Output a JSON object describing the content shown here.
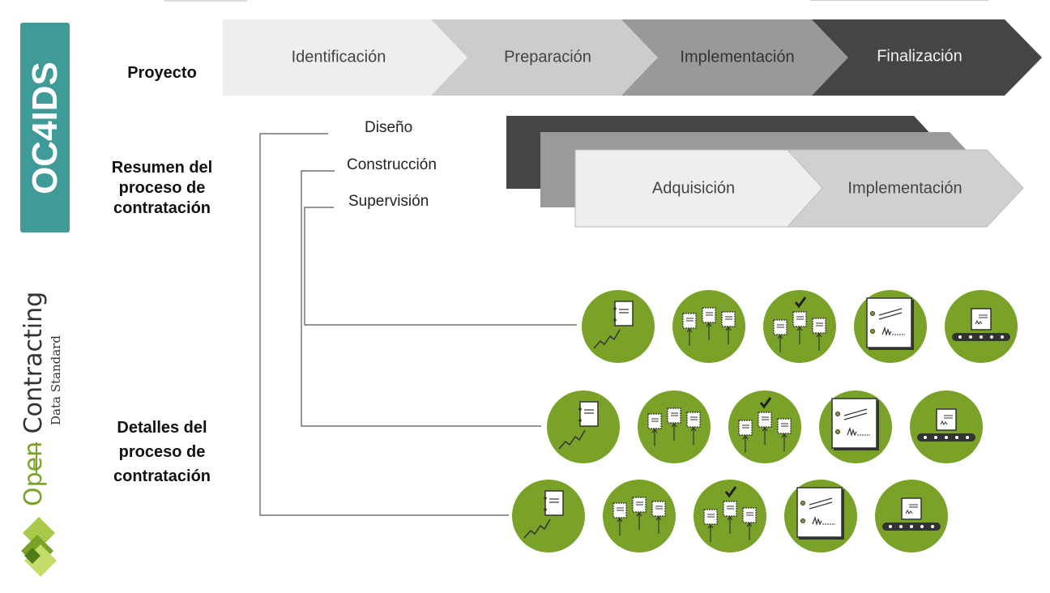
{
  "brand": {
    "label": "OC4IDS",
    "color": "#3e9b98"
  },
  "rows": {
    "project": "Proyecto",
    "summary": [
      "Resumen del",
      "proceso de",
      "contratación"
    ],
    "details": [
      "Detalles del",
      "proceso de",
      "contratación"
    ]
  },
  "project_phases": [
    "Identificación",
    "Preparación",
    "Implementación",
    "Finalización"
  ],
  "process_types": [
    "Diseño",
    "Construcción",
    "Supervisión"
  ],
  "contracting_phases": [
    "Adquisición",
    "Implementación"
  ],
  "ocds": {
    "title_open": "Open",
    "title_contracting": "Contracting",
    "subtitle": "Data Standard",
    "accent_color": "#7aa228"
  },
  "icons": {
    "color": "#7aa228",
    "stages": [
      "planning-chart-icon",
      "tender-documents-icon",
      "award-documents-icon",
      "contract-signature-icon",
      "implementation-conveyor-icon"
    ]
  }
}
